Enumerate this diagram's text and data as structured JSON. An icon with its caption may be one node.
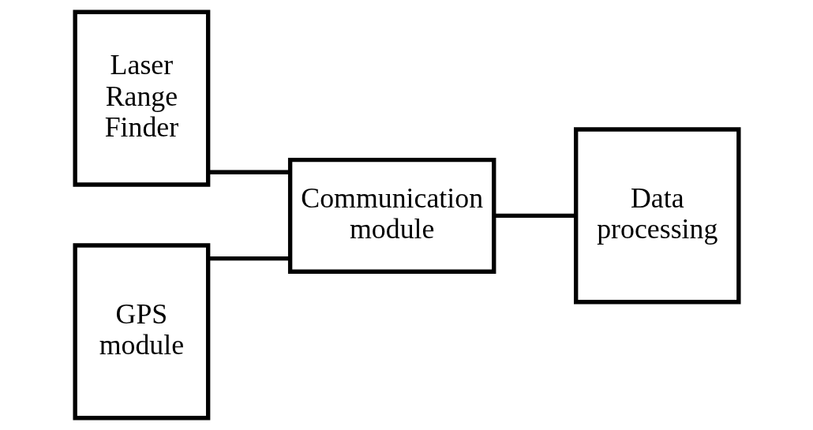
{
  "diagram": {
    "nodes": [
      {
        "text": [
          "Laser Range Finder"
        ]
      },
      {
        "text": [
          "GPS module"
        ]
      },
      {
        "text": [
          "Communication module"
        ]
      },
      {
        "text": [
          "Data processing"
        ]
      }
    ],
    "edges": [
      {
        "from": 0,
        "to": 2,
        "arrow": "none"
      },
      {
        "from": 1,
        "to": 2,
        "arrow": "none"
      },
      {
        "from": 2,
        "to": 3,
        "arrow": "none"
      }
    ]
  }
}
